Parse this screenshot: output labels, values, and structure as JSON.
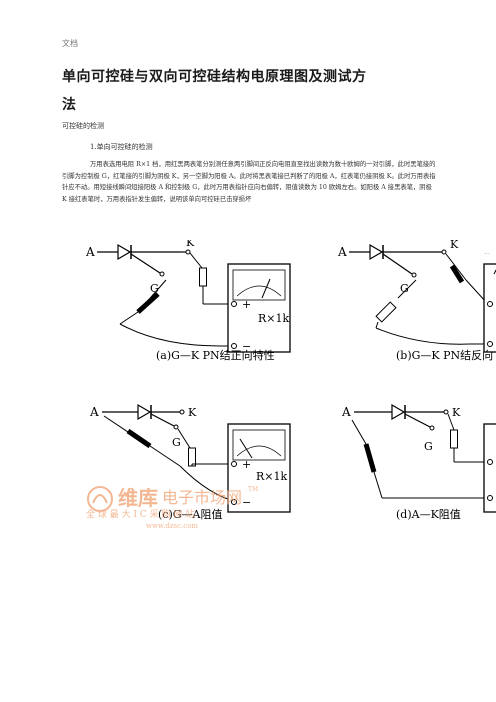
{
  "header": {
    "label": "文档"
  },
  "title": {
    "line1": "单向可控硅与双向可控硅结构电原理图及测试方",
    "line2": "法"
  },
  "section": {
    "heading": "可控硅的检测",
    "subheading": "1.单向可控硅的检测"
  },
  "paragraph": "万用表选用电阻 R×1 档，用红黑两表笔分别测任意两引脚间正反向电阻直至找出读数为数十欧姆的一对引脚，此时黑笔接的引脚为控制极 G，红笔接的引脚为阴极 K，另一空脚为阳极 A。此时将黑表笔接已判断了的阳极 A，红表笔仍接阴极 K。此时万用表指针应不动。用短接线瞬间短接阳极 A 和控制极 G，此时万用表指针应向右偏转，阻值读数为 10 欧姆左右。如阳极 A 接黑表笔，阴极 K 接红表笔时，万用表指针发生偏转，说明该单向可控硅已击穿损坏",
  "figure": {
    "pin_a": "A",
    "pin_k": "K",
    "pin_g": "G",
    "meter_range": "R×1k",
    "plus": "+",
    "minus": "−",
    "captions": {
      "a": "(a)G—K PN结正向特性",
      "b": "(b)G—K PN结反向",
      "c": "(c)G—A阻值",
      "d": "(d)A—K阻值"
    },
    "corner_mark": "..."
  },
  "watermark": {
    "brand": "维库",
    "brand_suffix": "电子市场网",
    "slogan": "全 球 最 大 I C 采 购 网 站",
    "url": "www.dzsc.com",
    "tm": "TM",
    "color": "#f0a070"
  }
}
